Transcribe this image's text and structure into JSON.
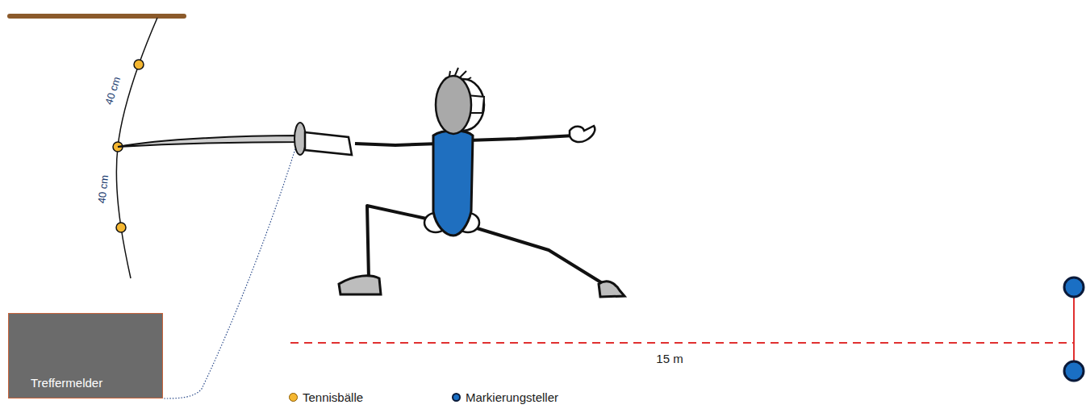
{
  "diagram": {
    "nodes": [
      {
        "text": [
          "Treffermelder"
        ]
      }
    ],
    "labels": [
      "40 cm",
      "40 cm",
      "15 m"
    ],
    "legend": [
      {
        "text": "Tennisbälle",
        "color": "#f5b731"
      },
      {
        "text": "Markierungsteller",
        "color": "#1a6fc4"
      }
    ]
  }
}
